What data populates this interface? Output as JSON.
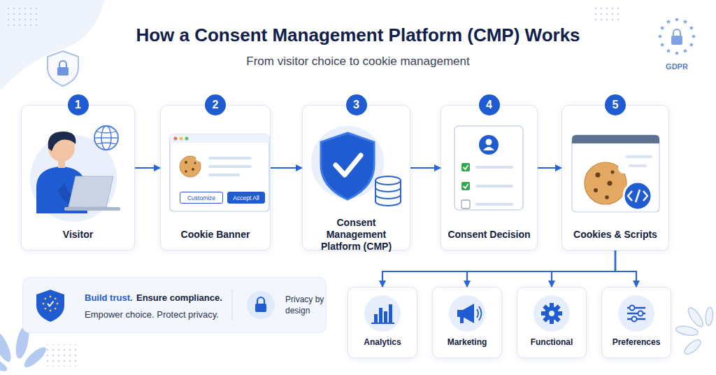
{
  "diagram": {
    "title": "How a Consent Management Platform (CMP) Works",
    "nodes": [
      {
        "text": [
          "1",
          "Visitor"
        ]
      },
      {
        "text": [
          "2",
          "Cookie Banner"
        ]
      },
      {
        "text": [
          "Customize"
        ],
        "in": 1
      },
      {
        "text": [
          "Accept All"
        ],
        "in": 1
      },
      {
        "text": [
          "3",
          "Consent Management Platform (CMP)"
        ]
      },
      {
        "text": [
          "4",
          "Consent Decision"
        ]
      },
      {
        "text": [
          "5",
          "Cookies & Scripts"
        ]
      },
      {
        "text": [
          "Build trust.",
          "Ensure compliance.",
          "Empower choice. Protect privacy.",
          "Privacy by design"
        ]
      },
      {
        "text": [
          "Analytics"
        ]
      },
      {
        "text": [
          "Marketing"
        ]
      },
      {
        "text": [
          "Functional"
        ]
      },
      {
        "text": [
          "Preferences"
        ]
      }
    ],
    "edges": [
      {
        "from": 0,
        "to": 1,
        "arrow": "to"
      },
      {
        "from": 1,
        "to": 4,
        "arrow": "to"
      },
      {
        "from": 4,
        "to": 5,
        "arrow": "to"
      },
      {
        "from": 5,
        "to": 6,
        "arrow": "to"
      },
      {
        "from": 6,
        "to": 8,
        "arrow": "to"
      },
      {
        "from": 6,
        "to": 9,
        "arrow": "to"
      },
      {
        "from": 6,
        "to": 10,
        "arrow": "to"
      },
      {
        "from": 6,
        "to": 11,
        "arrow": "to"
      }
    ],
    "labels": [
      "From visitor choice to cookie management",
      "GDPR"
    ]
  }
}
